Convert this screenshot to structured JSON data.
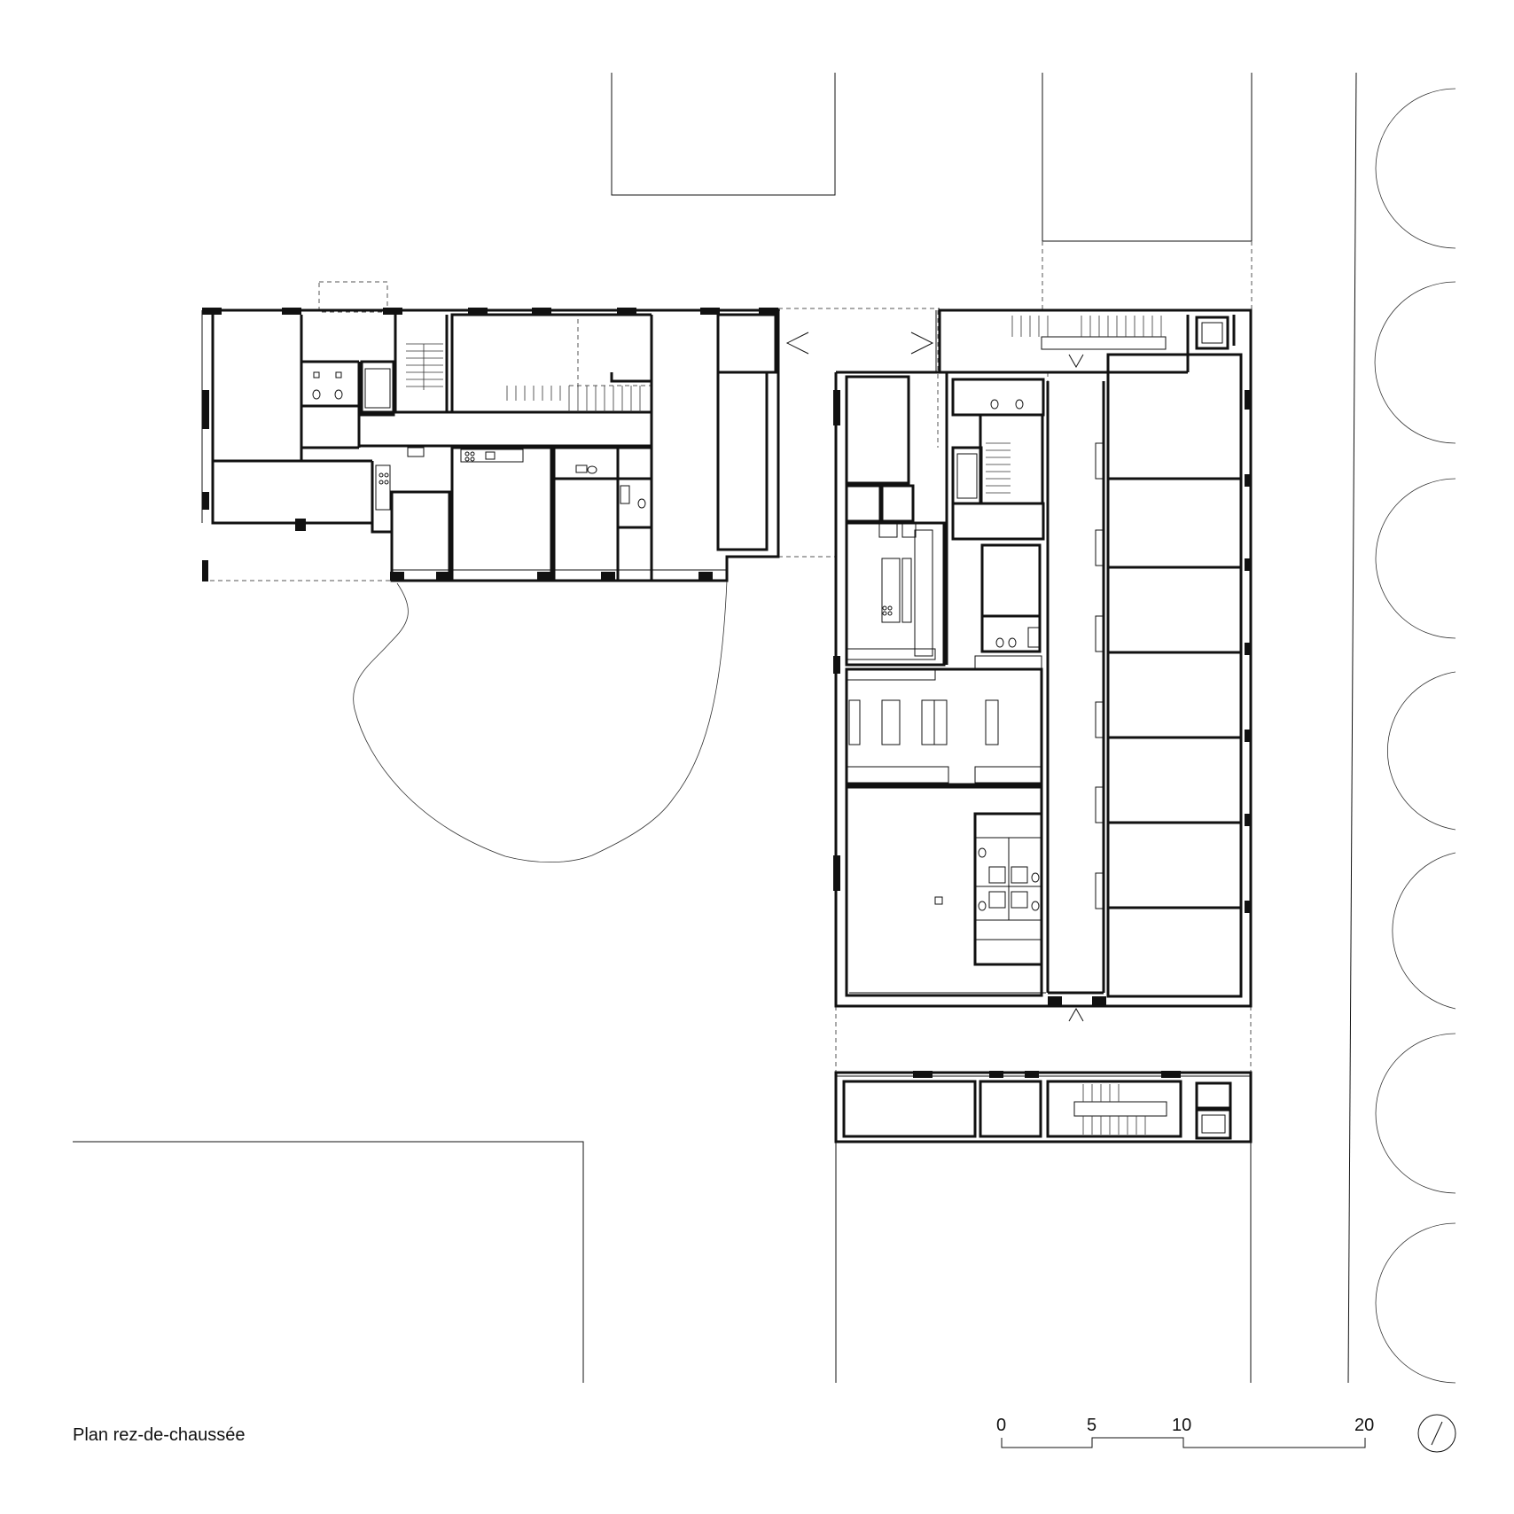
{
  "drawing": {
    "title": "Plan rez-de-chaussée",
    "stroke_color": "#111111",
    "background_color": "#ffffff"
  },
  "scale_bar": {
    "unit": "m",
    "ticks": [
      {
        "value": 0,
        "label": "0"
      },
      {
        "value": 5,
        "label": "5"
      },
      {
        "value": 10,
        "label": "10"
      },
      {
        "value": 20,
        "label": "20"
      }
    ]
  },
  "north_arrow": {
    "icon": "north-arrow-icon"
  }
}
